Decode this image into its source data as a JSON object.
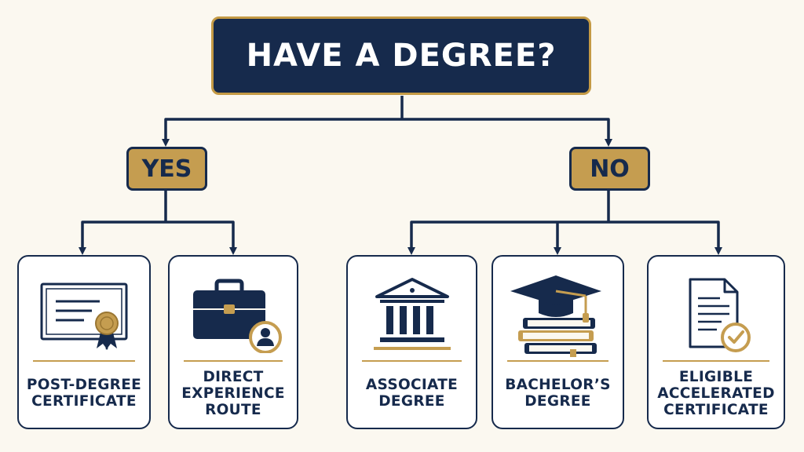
{
  "title": "HAVE A DEGREE?",
  "branches": {
    "yes": "YES",
    "no": "NO"
  },
  "options": [
    {
      "icon": "certificate-icon",
      "lines": [
        "POST-DEGREE",
        "CERTIFICATE"
      ]
    },
    {
      "icon": "briefcase-person-icon",
      "lines": [
        "DIRECT",
        "EXPERIENCE",
        "ROUTE"
      ]
    },
    {
      "icon": "institution-building-icon",
      "lines": [
        "ASSOCIATE",
        "DEGREE"
      ]
    },
    {
      "icon": "graduation-cap-books-icon",
      "lines": [
        "BACHELOR’S",
        "DEGREE"
      ]
    },
    {
      "icon": "document-check-icon",
      "lines": [
        "ELIGIBLE",
        "ACCELERATED",
        "CERTIFICATE"
      ]
    }
  ],
  "colors": {
    "navy": "#162a4c",
    "gold": "#c59d50",
    "background": "#fbf8f0",
    "card": "#ffffff"
  }
}
